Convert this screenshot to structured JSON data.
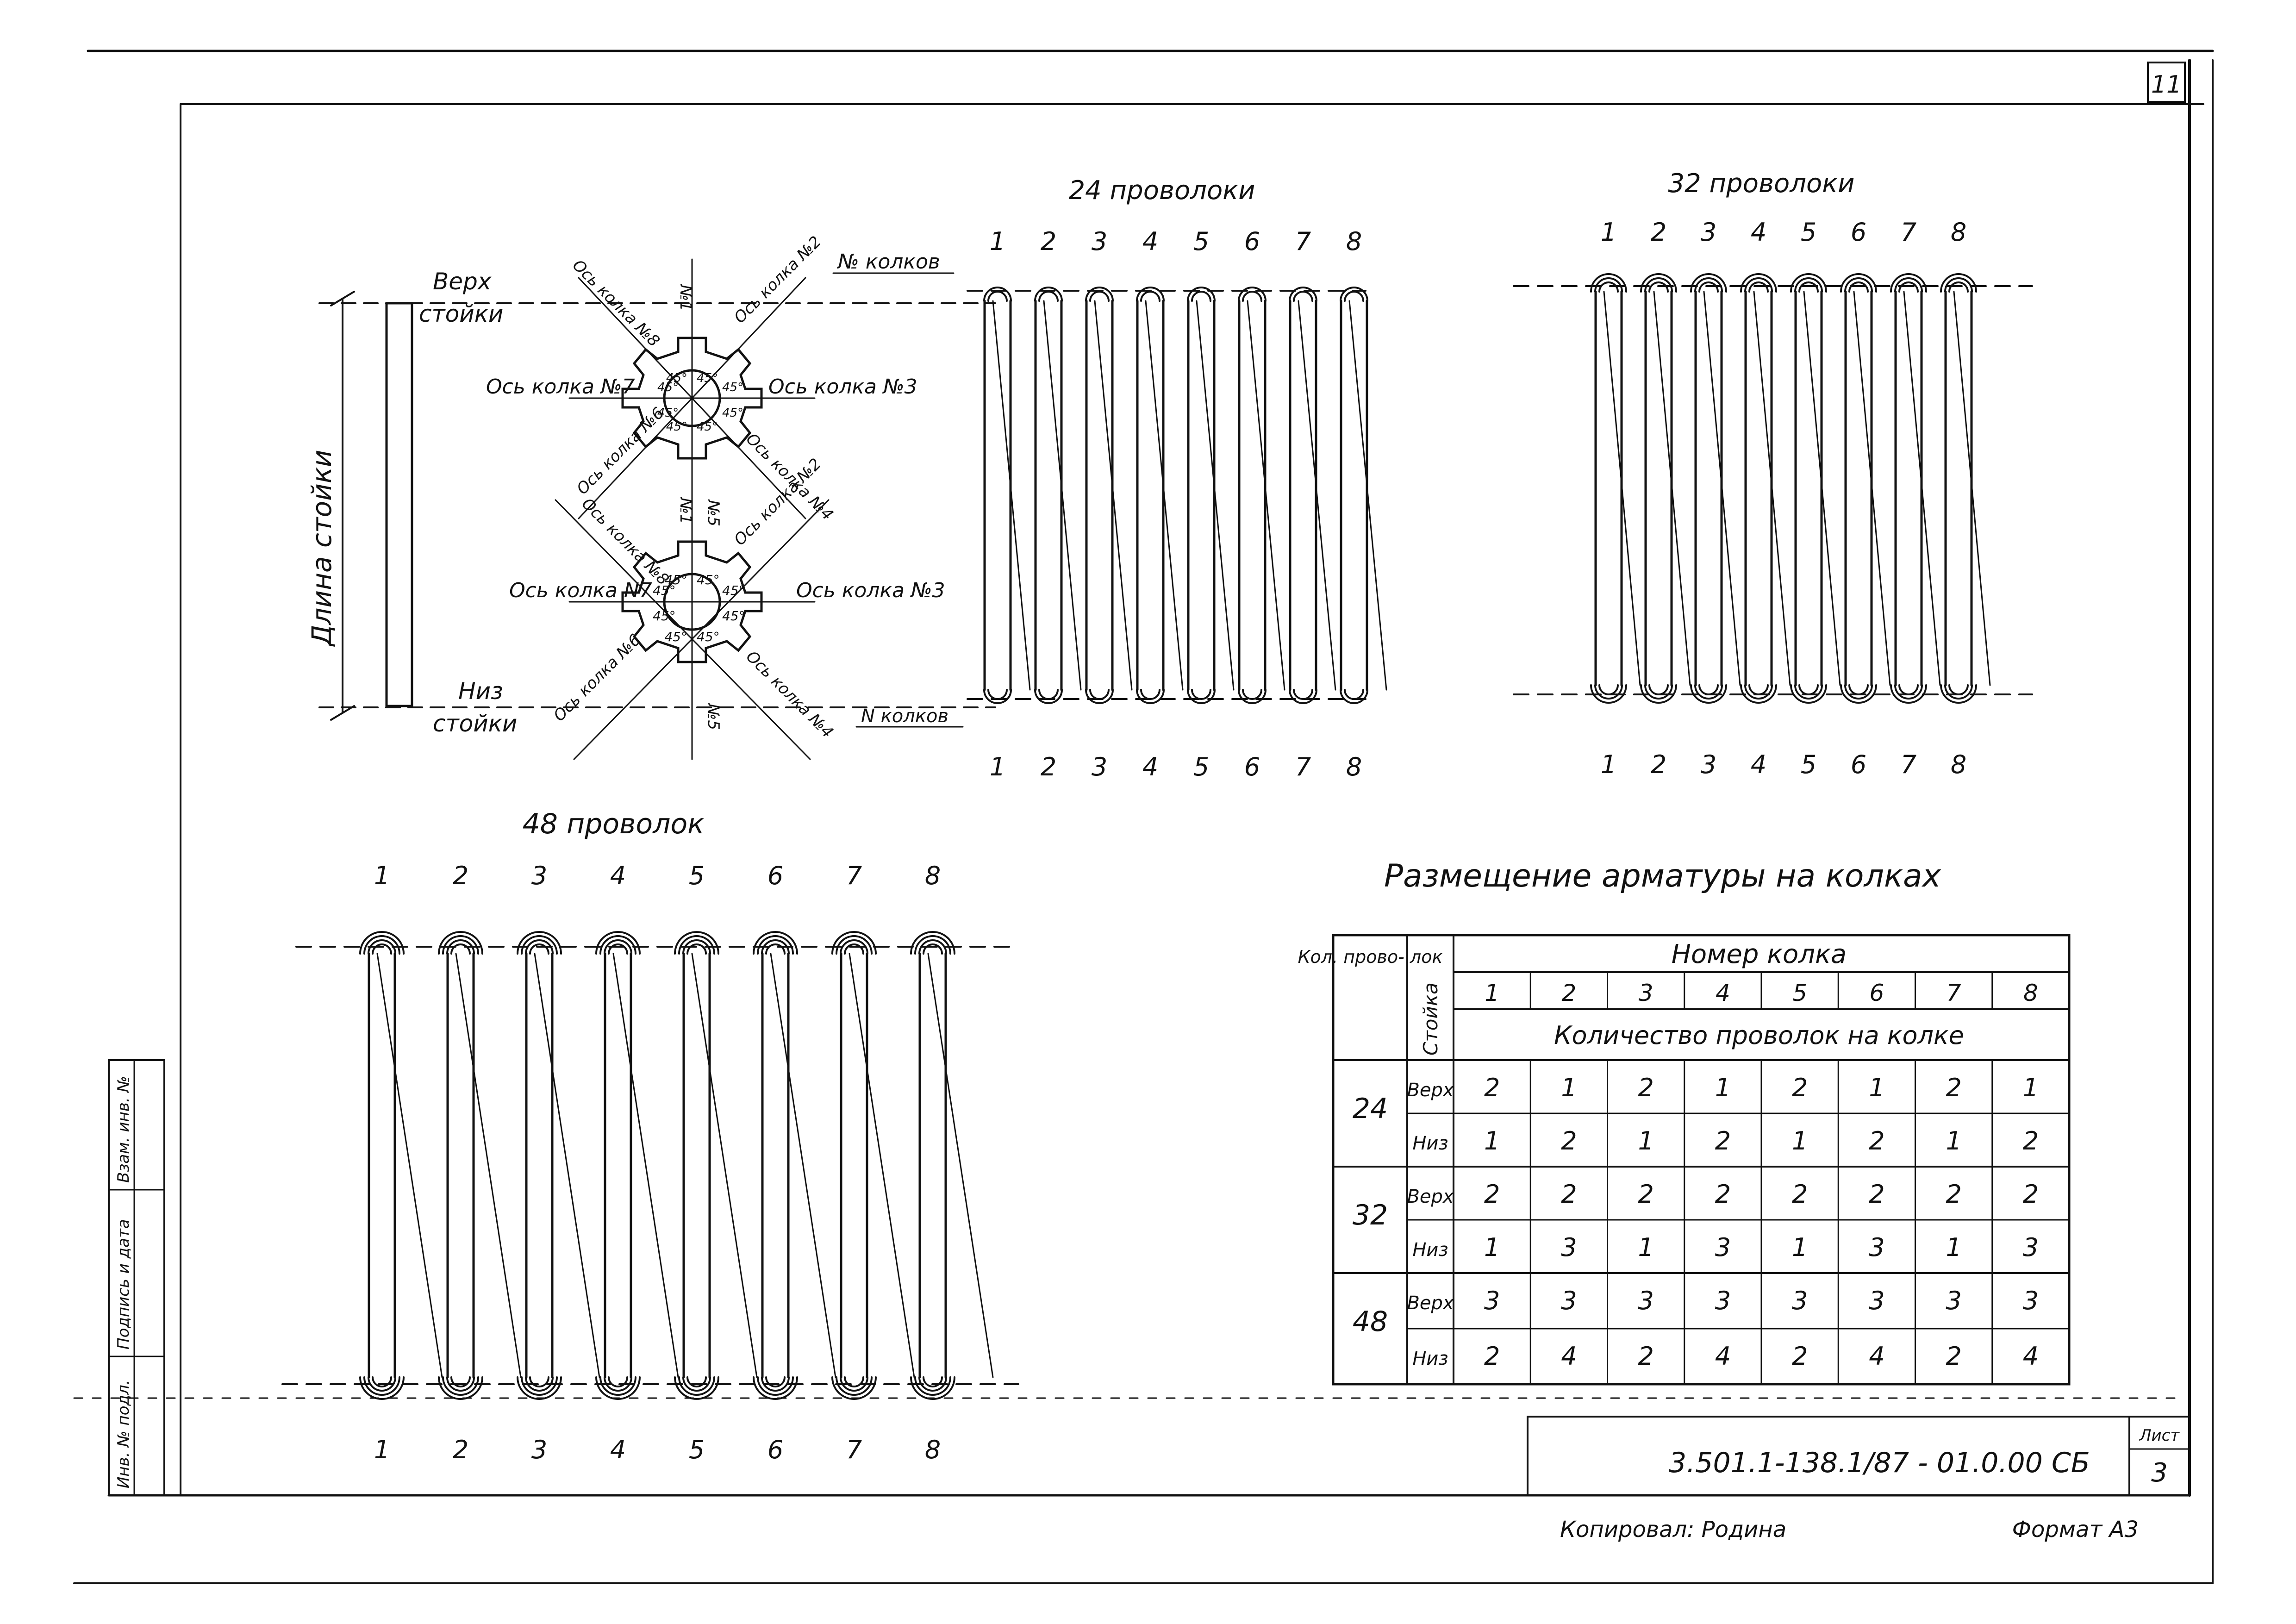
{
  "sheet": {
    "sheet_number_top": "11",
    "doc_code": "3.501.1-138.1/87 - 01.0.00 СБ",
    "sheet_label": "Лист",
    "sheet_value": "3",
    "copied_by": "Копировал: Родина",
    "format": "Формат А3",
    "side_stamp": [
      "Инв. № подл.",
      "Подпись и дата",
      "Взам. инв. №"
    ]
  },
  "pin_diagram": {
    "top_label": [
      "Верх",
      "стойки"
    ],
    "bottom_label": [
      "Низ",
      "стойки"
    ],
    "length_label": "Длина стойки",
    "pins_label_top": "№ колков",
    "pins_label_bottom": "N колков",
    "angle": "45°",
    "upper_wheel": {
      "axis_labels": [
        "Ось колка №8",
        "№1",
        "Ось колка №2",
        "Ось колка №7",
        "Ось колка №3",
        "Ось колка №6",
        "№5",
        "Ось колка №4"
      ]
    },
    "lower_wheel": {
      "axis_labels": [
        "Ось колка №8",
        "№1",
        "Ось колка №2",
        "Ось колка N7",
        "Ось колка №3",
        "Ось колка №6",
        "№5",
        "Ось колка №4"
      ]
    }
  },
  "wire_diagrams": [
    {
      "title": "24 проволоки",
      "pins": [
        "1",
        "2",
        "3",
        "4",
        "5",
        "6",
        "7",
        "8"
      ]
    },
    {
      "title": "32 проволоки",
      "pins": [
        "1",
        "2",
        "3",
        "4",
        "5",
        "6",
        "7",
        "8"
      ]
    },
    {
      "title": "48 проволок",
      "pins": [
        "1",
        "2",
        "3",
        "4",
        "5",
        "6",
        "7",
        "8"
      ]
    }
  ],
  "table": {
    "title": "Размещение арматуры на колках",
    "col_wires": "Кол. прово- лок",
    "col_post": "Стойка",
    "header_pin": "Номер колка",
    "header_count": "Количество проволок на колке",
    "pin_numbers": [
      "1",
      "2",
      "3",
      "4",
      "5",
      "6",
      "7",
      "8"
    ],
    "groups": [
      {
        "wires": "24",
        "rows": [
          {
            "post": "Верх",
            "values": [
              "2",
              "1",
              "2",
              "1",
              "2",
              "1",
              "2",
              "1"
            ]
          },
          {
            "post": "Низ",
            "values": [
              "1",
              "2",
              "1",
              "2",
              "1",
              "2",
              "1",
              "2"
            ]
          }
        ]
      },
      {
        "wires": "32",
        "rows": [
          {
            "post": "Верх",
            "values": [
              "2",
              "2",
              "2",
              "2",
              "2",
              "2",
              "2",
              "2"
            ]
          },
          {
            "post": "Низ",
            "values": [
              "1",
              "3",
              "1",
              "3",
              "1",
              "3",
              "1",
              "3"
            ]
          }
        ]
      },
      {
        "wires": "48",
        "rows": [
          {
            "post": "Верх",
            "values": [
              "3",
              "3",
              "3",
              "3",
              "3",
              "3",
              "3",
              "3"
            ]
          },
          {
            "post": "Низ",
            "values": [
              "2",
              "4",
              "2",
              "4",
              "2",
              "4",
              "2",
              "4"
            ]
          }
        ]
      }
    ]
  }
}
